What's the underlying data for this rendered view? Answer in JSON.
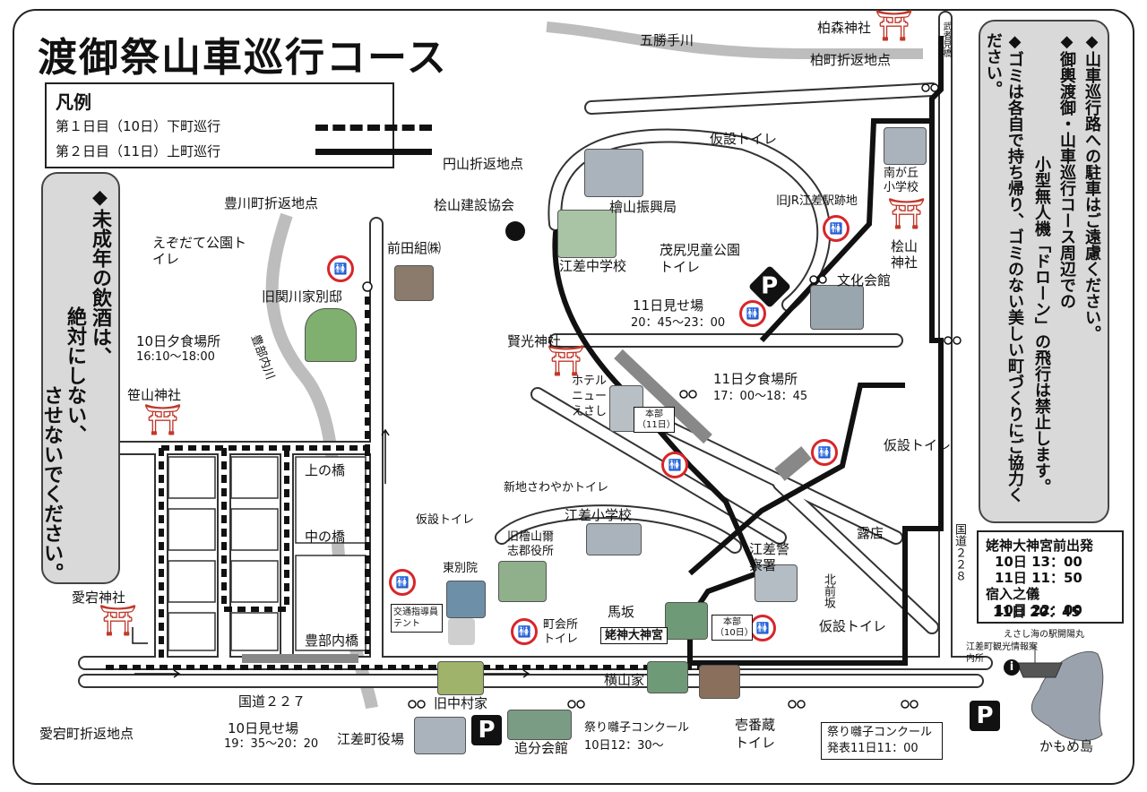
{
  "title": "渡御祭山車巡行コース",
  "legend": {
    "heading": "凡例",
    "day1": "第１日目（10日）下町巡行",
    "day2": "第２日目（11日）上町巡行"
  },
  "notices": {
    "left_line1": "◆未成年の飲酒は、",
    "left_line2": "絶対にしない、",
    "left_line3": "させないでください。",
    "right_line1": "◆山車巡行路への駐車はご遠慮ください。",
    "right_line2": "◆御輿渡御・山車巡行コース周辺での",
    "right_line3": "小型無人機「ドローン」の飛行は禁止します。",
    "right_line4": "◆ゴミは各自で持ち帰り、ゴミのない美しい町づくりにご協力ください。"
  },
  "schedule": {
    "h1": "姥神大神宮前出発",
    "r1": "10日 13：00",
    "r2": "11日 11：50",
    "h2": "宿入之儀",
    "r3": "10日 22：00",
    "r4": "11日 20：45"
  },
  "labels": {
    "gokatte_river": "五勝手川",
    "kashimori_shrine": "柏森神社",
    "kashiwa_turn": "柏町折返地点",
    "mushagami": "武者見橋",
    "maruyama_turn": "円山折返地点",
    "hinoyama_kensetsu": "桧山建設協会",
    "hinoyama_shinko": "檜山振興局",
    "esashi_jhs": "江差中学校",
    "temp_toilet_top": "仮設トイレ",
    "old_jr": "旧JR江差駅跡地",
    "minamigaoka": "南が丘小学校",
    "hinoyama_shrine": "桧山神社",
    "bunka": "文化会館",
    "moshiri_park": "茂尻児童公園トイレ",
    "misebayama11": "11日見せ場",
    "misebayama11_time": "20：45～23：00",
    "dinner11": "11日夕食場所",
    "dinner11_time": "17：00～18：45",
    "temp_toilet_mid": "仮設トイレ",
    "roten": "露店",
    "toyokawa_turn": "豊川町折返地点",
    "ezodate": "えぞだて公園トイレ",
    "maeda": "前田組㈱",
    "old_sekikawa": "旧関川家別邸",
    "kenko_shrine": "賢光神社",
    "hotel": "ホテルニューえさし",
    "honbu10": "本部（10日）",
    "honbu11": "本部（11日）",
    "dinner10": "10日夕食場所",
    "dinner10_time": "16:10～18:00",
    "sasayama_shrine": "笹山神社",
    "toyobe_river": "豊部内川",
    "kami_bridge": "上の橋",
    "naka_bridge": "中の橋",
    "toyobe_bridge": "豊部内橋",
    "atago_shrine": "愛宕神社",
    "atago_turn": "愛宕町折返地点",
    "shinchi_toilet": "新地さわやかトイレ",
    "esashi_es": "江差小学校",
    "old_gunyakusho": "旧檜山爾志郡役所",
    "temp_toilet_left": "仮設トイレ",
    "higashi_betsuin": "東別院",
    "traffic_tent": "交通指導員テント",
    "chokaisho": "町会所トイレ",
    "basaka": "馬坂",
    "ubagami": "姥神大神宮",
    "police": "江差警察署",
    "kitamae": "北前坂",
    "temp_toilet_right": "仮設トイレ",
    "route227": "国道２２７",
    "route228": "国道２２８",
    "old_nakamura": "旧中村家",
    "yokoyama": "横山家",
    "misebayama10": "10日見せ場",
    "misebayama10_time": "19：35～20：20",
    "town_office": "江差町役場",
    "oiwake": "追分会館",
    "hayashi_contest": "祭り囃子コンクール",
    "hayashi_date": "10日12：30～",
    "ichibangura": "壱番蔵トイレ",
    "hayashi_result": "祭り囃子コンクール",
    "hayashi_result_date": "発表11日11：00",
    "michinoeki": "えさし海の駅開陽丸",
    "kanko": "江差町観光情報案内所",
    "kamome": "かもめ島"
  },
  "colors": {
    "route_day2": "#111111",
    "road_fill": "#ffffff",
    "road_edge": "#333333",
    "shrine_red": "#c0392b",
    "toilet_red": "#d7262a",
    "notice_bg": "#d9d9d9"
  }
}
